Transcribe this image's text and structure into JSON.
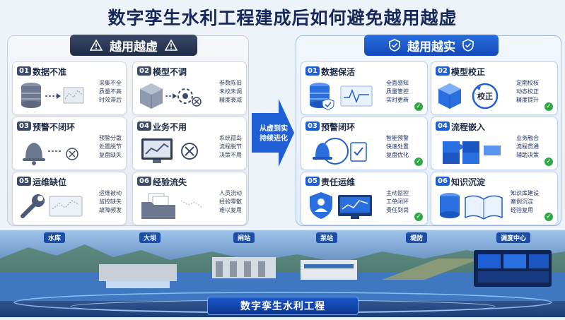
{
  "title": "数字孪生水利工程建成后如何避免越用越虚",
  "left_panel": {
    "heading": "越用越虚",
    "cards": [
      {
        "num": "01",
        "title": "数据不准",
        "lines": [
          "采集不全",
          "质量不高",
          "时效滞后"
        ]
      },
      {
        "num": "02",
        "title": "模型不调",
        "lines": [
          "参数陈旧",
          "未校未调",
          "精度衰减"
        ]
      },
      {
        "num": "03",
        "title": "预警不闭环",
        "lines": [
          "预警分散",
          "处置脱节",
          "复盘缺失"
        ]
      },
      {
        "num": "04",
        "title": "业务不用",
        "lines": [
          "系统孤岛",
          "流程脱节",
          "决策不用"
        ]
      },
      {
        "num": "05",
        "title": "运维缺位",
        "lines": [
          "运维被动",
          "监控缺失",
          "故障频发"
        ]
      },
      {
        "num": "06",
        "title": "经验流失",
        "lines": [
          "人员流动",
          "经验零散",
          "难以复用"
        ]
      }
    ]
  },
  "middle": {
    "line1": "从虚到实",
    "line2": "持续进化"
  },
  "right_panel": {
    "heading": "越用越实",
    "cards": [
      {
        "num": "01",
        "title": "数据保活",
        "lines": [
          "全面感知",
          "质量管控",
          "实时更新"
        ]
      },
      {
        "num": "02",
        "title": "模型校正",
        "lines": [
          "定期校核",
          "动态校正",
          "精度提升"
        ],
        "badge": "校正"
      },
      {
        "num": "03",
        "title": "预警闭环",
        "lines": [
          "智能预警",
          "快速处置",
          "复盘优化"
        ]
      },
      {
        "num": "04",
        "title": "流程嵌入",
        "lines": [
          "业务融合",
          "流程贯通",
          "辅助决策"
        ]
      },
      {
        "num": "05",
        "title": "责任运维",
        "lines": [
          "主动监控",
          "工单闭环",
          "责任到岗"
        ]
      },
      {
        "num": "06",
        "title": "知识沉淀",
        "lines": [
          "知识库建设",
          "案例沉淀",
          "经验复用"
        ]
      }
    ]
  },
  "scenes": [
    "水库",
    "大坝",
    "闸站",
    "泵站",
    "堤防",
    "调度中心"
  ],
  "footer": "数字孪生水利工程",
  "colors": {
    "dark_navy": "#1f2c46",
    "brand_blue": "#1f5fd6",
    "check_green": "#2fa845"
  }
}
